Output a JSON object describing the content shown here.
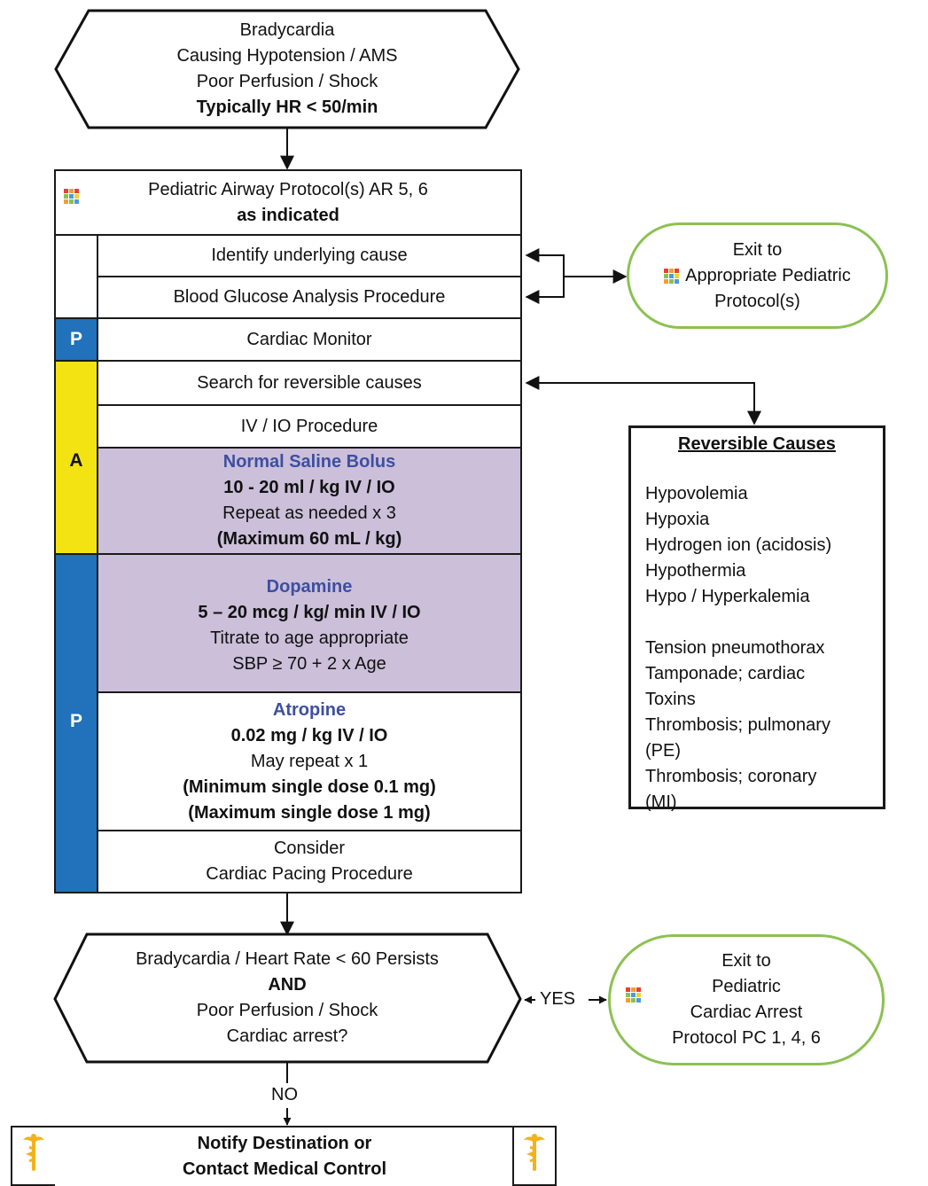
{
  "start": {
    "lines": [
      "Bradycardia",
      "Causing Hypotension / AMS",
      "Poor Perfusion / Shock"
    ],
    "bold_line": "Typically HR < 50/min"
  },
  "airway": {
    "line1": "Pediatric Airway Protocol(s) AR 5, 6",
    "line2": "as indicated"
  },
  "steps": {
    "identify": "Identify underlying cause",
    "glucose": "Blood Glucose Analysis Procedure",
    "monitor": "Cardiac Monitor",
    "search": "Search for reversible causes",
    "iv": "IV / IO Procedure"
  },
  "saline": {
    "name": "Normal Saline Bolus",
    "dose": "10 - 20 ml / kg IV / IO",
    "repeat": "Repeat as needed x 3",
    "max": "(Maximum 60 mL / kg)"
  },
  "dopamine": {
    "name": "Dopamine",
    "dose": "5 – 20  mcg / kg/ min IV / IO",
    "titrate": "Titrate to age appropriate",
    "sbp": "SBP ≥ 70 + 2 x Age"
  },
  "atropine": {
    "name": "Atropine",
    "dose": "0.02 mg / kg IV / IO",
    "repeat": "May repeat x 1",
    "min": "(Minimum single dose 0.1 mg)",
    "max": "(Maximum single dose 1 mg)"
  },
  "pacing": {
    "line1": "Consider",
    "line2": "Cardiac Pacing Procedure"
  },
  "levels": {
    "p1": "P",
    "a": "A",
    "p2": "P"
  },
  "exit_top": {
    "line1": "Exit to",
    "line2": "Appropriate Pediatric",
    "line3": "Protocol(s)"
  },
  "reversible": {
    "title": "Reversible Causes",
    "group1": [
      "Hypovolemia",
      "Hypoxia",
      "Hydrogen ion (acidosis)",
      "Hypothermia",
      "Hypo / Hyperkalemia"
    ],
    "group2": [
      "Tension pneumothorax",
      "Tamponade; cardiac",
      "Toxins",
      "Thrombosis; pulmonary",
      "(PE)",
      "Thrombosis; coronary",
      "(MI)"
    ]
  },
  "decision": {
    "line1": "Bradycardia / Heart Rate < 60 Persists",
    "line2": "AND",
    "line3": "Poor Perfusion / Shock",
    "line4": "Cardiac arrest?"
  },
  "yes_label": "YES",
  "no_label": "NO",
  "exit_arrest": {
    "line1": "Exit to",
    "line2": "Pediatric",
    "line3": "Cardiac Arrest",
    "line4": "Protocol PC 1, 4, 6"
  },
  "notify": {
    "line1": "Notify Destination or",
    "line2": "Contact Medical Control"
  },
  "colors": {
    "blue": "#2171bb",
    "yellow": "#f4e313",
    "purple": "#cbbfda",
    "drug": "#3e4fa0",
    "green": "#8cc152",
    "gold": "#f2b21c"
  },
  "icons": {
    "protocol": "protocol-grid-icon",
    "medical_control": "caduceus-icon"
  }
}
